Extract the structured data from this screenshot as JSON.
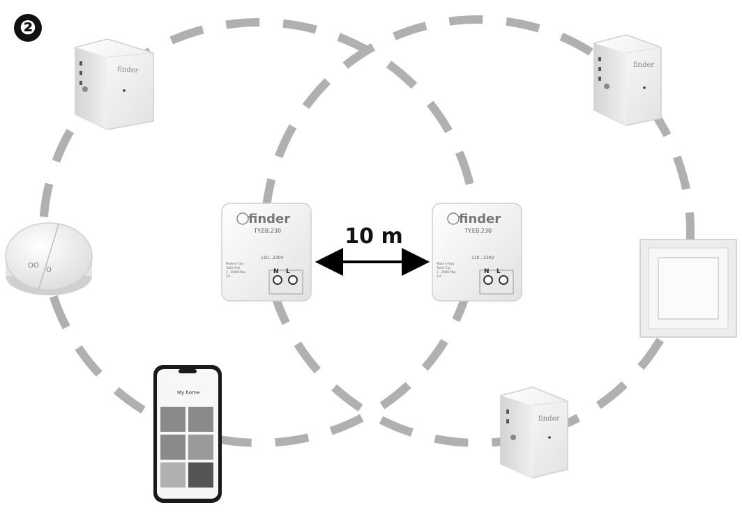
{
  "step_number": "❷",
  "distance_label": "10 m",
  "devices": {
    "receiver_brand": "finder",
    "receiver_model": "TY.EB.230",
    "receiver_rating": "110...230V",
    "terminal_n": "N",
    "terminal_l": "L",
    "receiver_fine_print": [
      "Made in Italy",
      "Tuttle Tuyl",
      "1 - 200W Max",
      "2/3"
    ],
    "actuator_brand": "finder",
    "phone_app_title": "My home"
  },
  "colors": {
    "range_circle": "#b0b0b0",
    "device_body": "#f4f4f4",
    "device_edge": "#cfcfcf",
    "arrow": "#000000",
    "badge": "#111111"
  }
}
